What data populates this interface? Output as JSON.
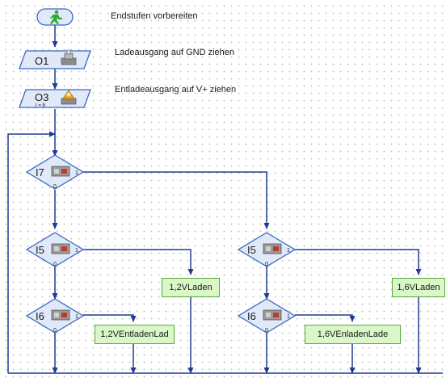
{
  "annotations": {
    "start": "Endstufen vorbereiten",
    "o1": "Ladeausgang auf GND ziehen",
    "o3": "Entladeausgang auf V+ ziehen"
  },
  "outputs": {
    "o1": {
      "name": "O1"
    },
    "o3": {
      "name": "O3",
      "sub": "I = 8"
    }
  },
  "branches": {
    "i7": {
      "name": "I7",
      "yes": "1",
      "no": "0"
    },
    "i5_left": {
      "name": "I5",
      "yes": "1",
      "no": "0"
    },
    "i6_left": {
      "name": "I6",
      "yes": "1",
      "no": "0"
    },
    "i5_right": {
      "name": "I5",
      "yes": "1",
      "no": "0"
    },
    "i6_right": {
      "name": "I6",
      "yes": "1",
      "no": "0"
    }
  },
  "subprograms": {
    "left_ladeb": "1,2VLaden",
    "left_entladen": "1,2VEntladenLad",
    "right_laden": "1,6VLaden",
    "right_entladen": "1,6VEnladenLade"
  },
  "colors": {
    "line": "#1f3c8f",
    "diamond_fill": "#dfe9f7",
    "diamond_stroke": "#3a66c4",
    "box_fill": "#d9f7c7",
    "box_stroke": "#5aa83c",
    "start_icon": "#2eaa2e"
  }
}
